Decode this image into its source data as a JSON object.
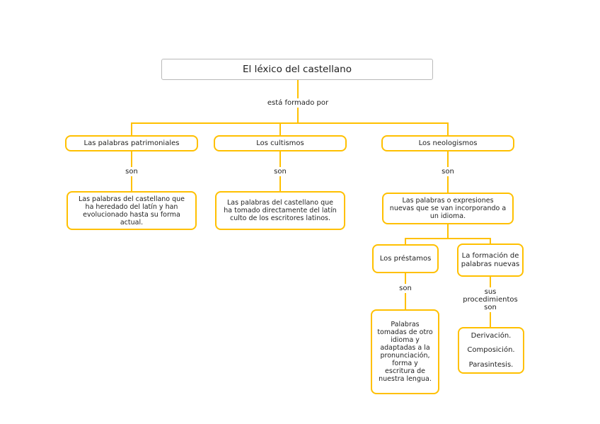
{
  "colors": {
    "connector": "#FFC000",
    "node_border": "#FFC000",
    "title_border": "#B9B9B9",
    "text": "#1F1F1F"
  },
  "map": {
    "title": "El léxico del castellano",
    "root_link": "está formado por",
    "branches": [
      {
        "label": "Las palabras patrimoniales",
        "link": "son",
        "desc": "Las palabras del castellano que ha heredado del latín y han evolucionado hasta su forma actual."
      },
      {
        "label": "Los cultismos",
        "link": "son",
        "desc": "Las palabras del castellano que ha tomado directamente del latín culto de los escritores latinos."
      },
      {
        "label": "Los neologismos",
        "link": "son",
        "desc": "Las palabras o expresiones nuevas que se van incorporando a un idioma."
      }
    ],
    "prestamos": {
      "label": "Los préstamos",
      "link": "son",
      "desc": "Palabras tomadas de otro idioma y adaptadas a la pronunciación, forma y escritura de nuestra lengua."
    },
    "formacion": {
      "label": "La formación de palabras nuevas",
      "link": "sus procedimientos son",
      "items": [
        "Derivación.",
        "Composición.",
        "Parasintesis."
      ]
    }
  }
}
